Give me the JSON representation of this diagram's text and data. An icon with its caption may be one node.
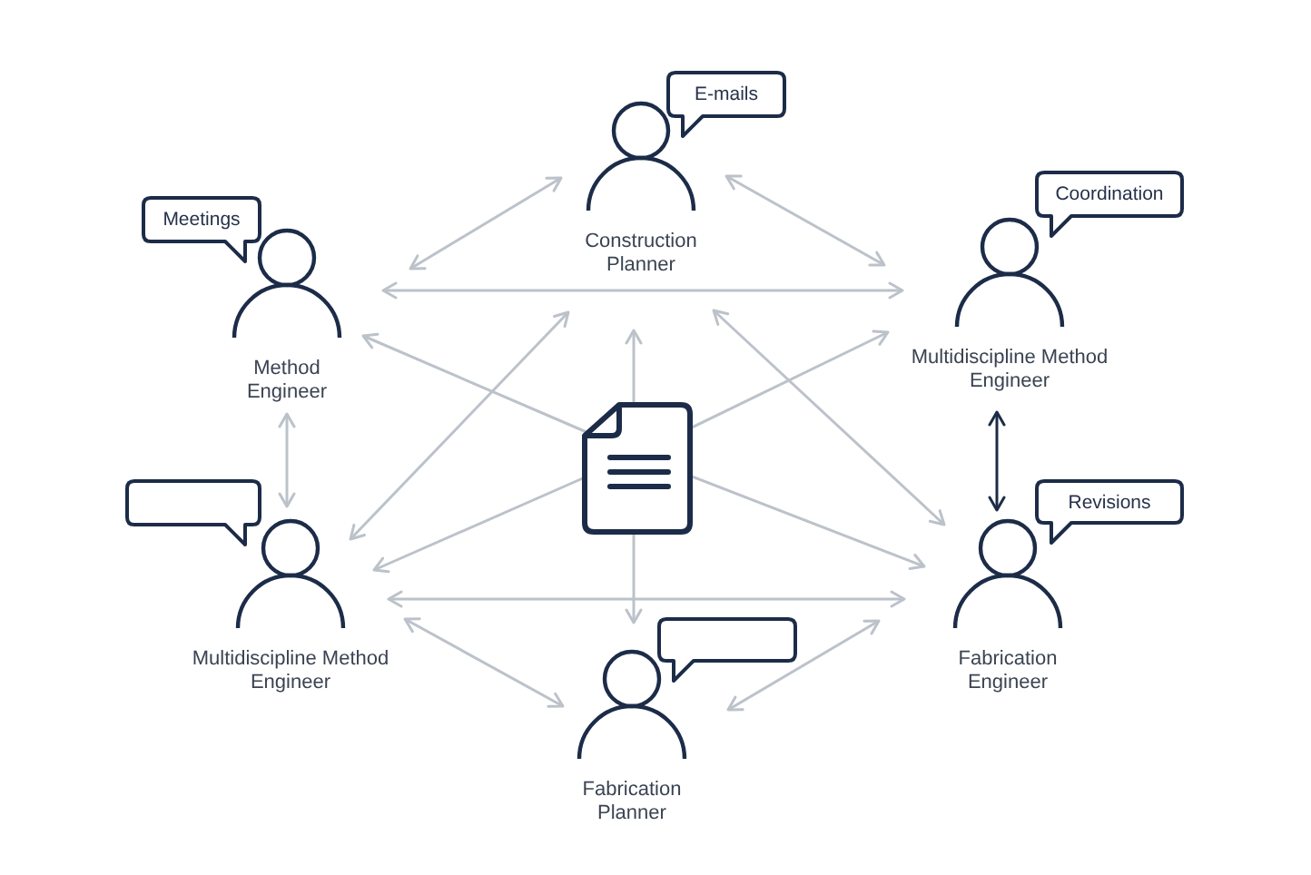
{
  "diagram": {
    "nodes": [
      {
        "text": [
          "Construction Planner"
        ]
      },
      {
        "text": [
          "E-mails"
        ]
      },
      {
        "text": [
          "Method Engineer"
        ]
      },
      {
        "text": [
          "Meetings"
        ]
      },
      {
        "text": [
          "Multidiscipline Method Engineer"
        ]
      },
      {
        "text": [
          "Coordination"
        ]
      },
      {
        "text": [],
        "shape": "document"
      },
      {
        "text": [
          "Multidiscipline Method Engineer"
        ]
      },
      {
        "text": [],
        "shape": "bubble"
      },
      {
        "text": [
          "Fabrication Engineer"
        ]
      },
      {
        "text": [
          "Revisions"
        ]
      },
      {
        "text": [
          "Fabrication Planner"
        ]
      },
      {
        "text": [],
        "shape": "bubble"
      }
    ],
    "edges": [
      {
        "from": 0,
        "to": 2,
        "arrow": "both"
      },
      {
        "from": 0,
        "to": 4,
        "arrow": "both"
      },
      {
        "from": 2,
        "to": 4,
        "arrow": "both"
      },
      {
        "from": 2,
        "to": 7,
        "arrow": "both"
      },
      {
        "from": 4,
        "to": 9,
        "arrow": "both",
        "color": "#1c2c48"
      },
      {
        "from": 6,
        "to": 0,
        "arrow": "to"
      },
      {
        "from": 6,
        "to": 2,
        "arrow": "to"
      },
      {
        "from": 6,
        "to": 4,
        "arrow": "to"
      },
      {
        "from": 6,
        "to": 7,
        "arrow": "to"
      },
      {
        "from": 6,
        "to": 9,
        "arrow": "to"
      },
      {
        "from": 6,
        "to": 11,
        "arrow": "to"
      },
      {
        "from": 0,
        "to": 7,
        "arrow": "both"
      },
      {
        "from": 0,
        "to": 9,
        "arrow": "both"
      },
      {
        "from": 7,
        "to": 9,
        "arrow": "both"
      },
      {
        "from": 7,
        "to": 11,
        "arrow": "both"
      },
      {
        "from": 11,
        "to": 9,
        "arrow": "both"
      }
    ]
  }
}
